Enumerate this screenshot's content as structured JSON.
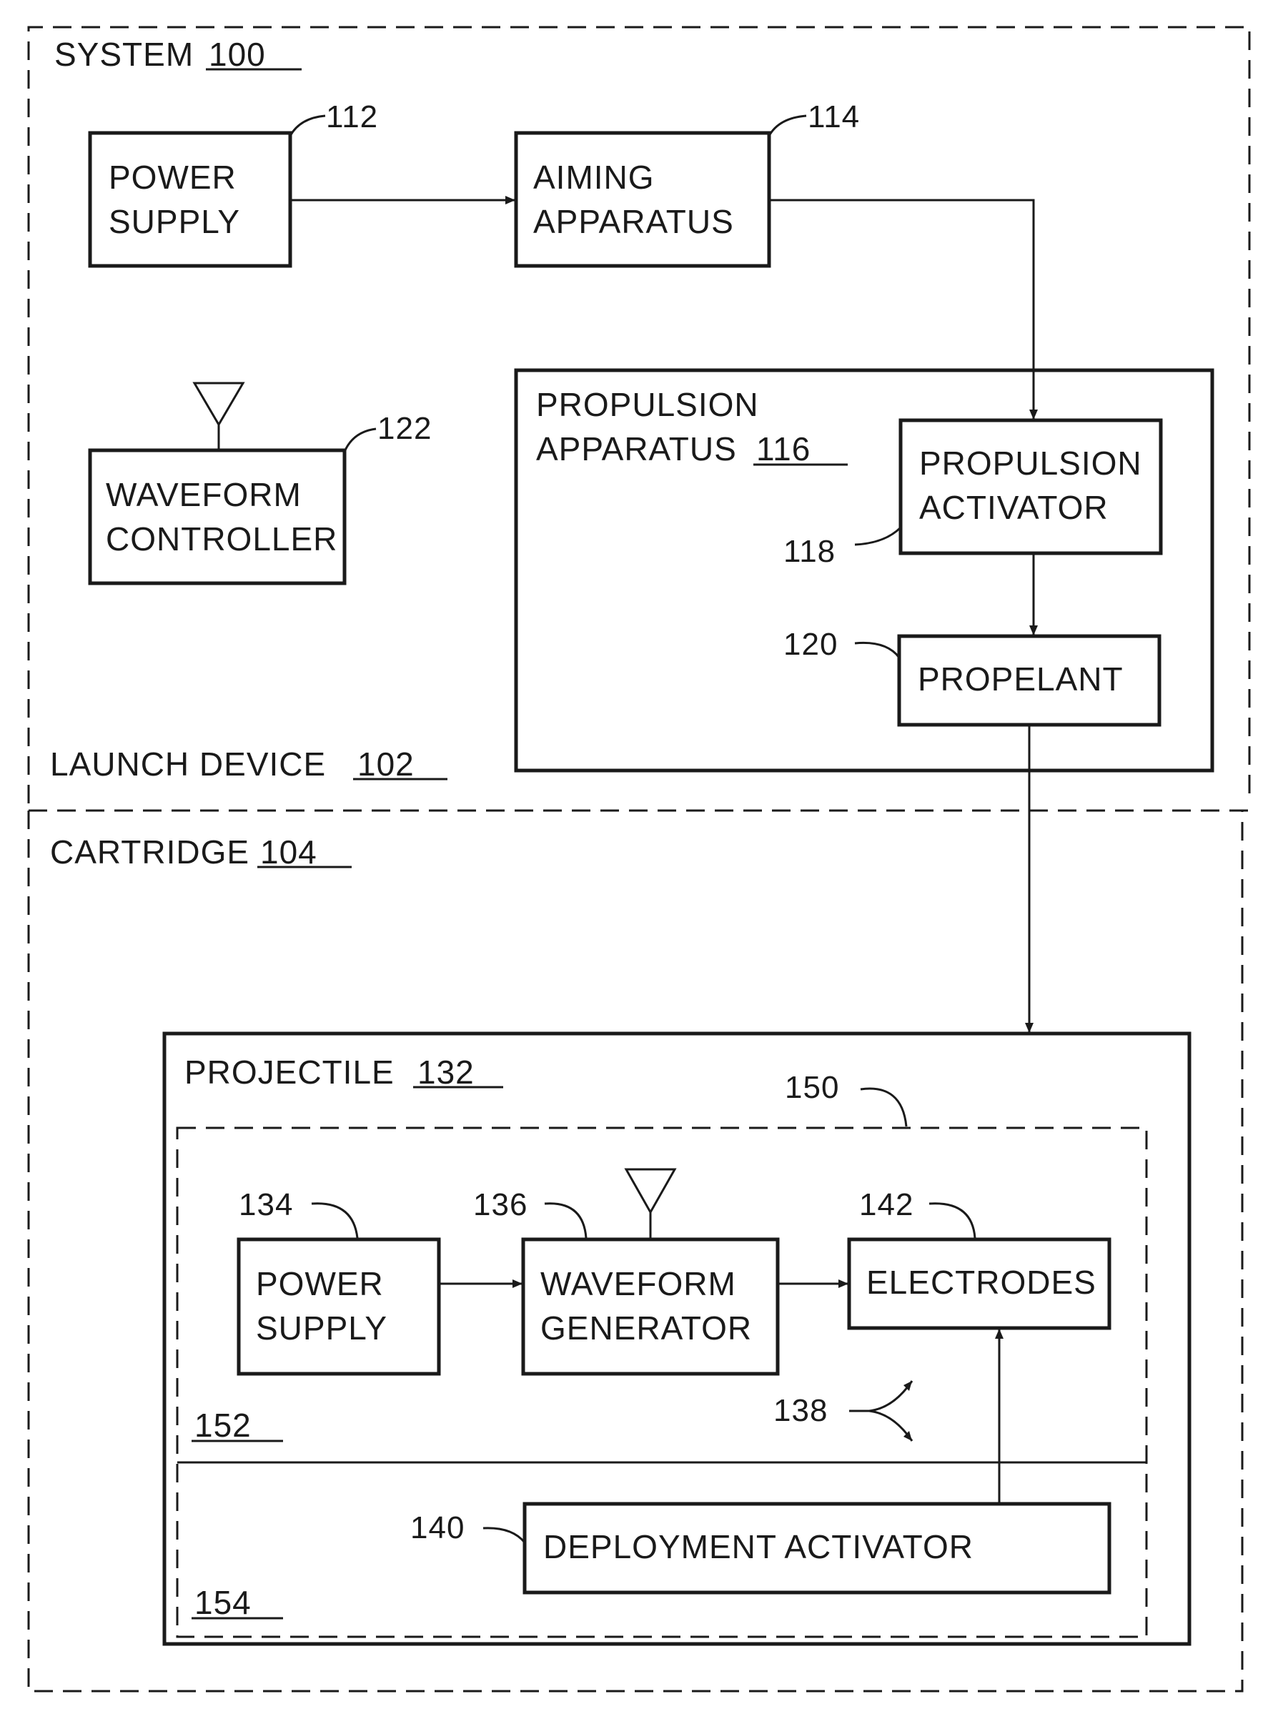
{
  "system": {
    "label": "SYSTEM",
    "ref": "100"
  },
  "launch_device": {
    "label": "LAUNCH  DEVICE",
    "ref": "102"
  },
  "cartridge": {
    "label": "CARTRIDGE",
    "ref": "104"
  },
  "power_supply_launch": {
    "line1": "POWER",
    "line2": "SUPPLY",
    "ref": "112"
  },
  "aiming_apparatus": {
    "line1": "AIMING",
    "line2": "APPARATUS",
    "ref": "114"
  },
  "waveform_controller": {
    "line1": "WAVEFORM",
    "line2": "CONTROLLER",
    "ref": "122"
  },
  "propulsion_apparatus": {
    "line1": "PROPULSION",
    "line2": "APPARATUS",
    "ref": "116"
  },
  "propulsion_activator": {
    "line1": "PROPULSION",
    "line2": "ACTIVATOR",
    "ref": "118"
  },
  "propelant": {
    "label": "PROPELANT",
    "ref": "120"
  },
  "projectile": {
    "label": "PROJECTILE",
    "ref": "132"
  },
  "region_150": {
    "ref": "150"
  },
  "region_152": {
    "ref": "152"
  },
  "region_154": {
    "ref": "154"
  },
  "power_supply_projectile": {
    "line1": "POWER",
    "line2": "SUPPLY",
    "ref": "134"
  },
  "waveform_generator": {
    "line1": "WAVEFORM",
    "line2": "GENERATOR",
    "ref": "136"
  },
  "electrodes": {
    "label": "ELECTRODES",
    "ref": "142"
  },
  "target_tissue": {
    "ref": "138"
  },
  "deployment_activator": {
    "label": "DEPLOYMENT  ACTIVATOR",
    "ref": "140"
  },
  "icons": [
    "antenna-icon",
    "arrow-icon"
  ]
}
